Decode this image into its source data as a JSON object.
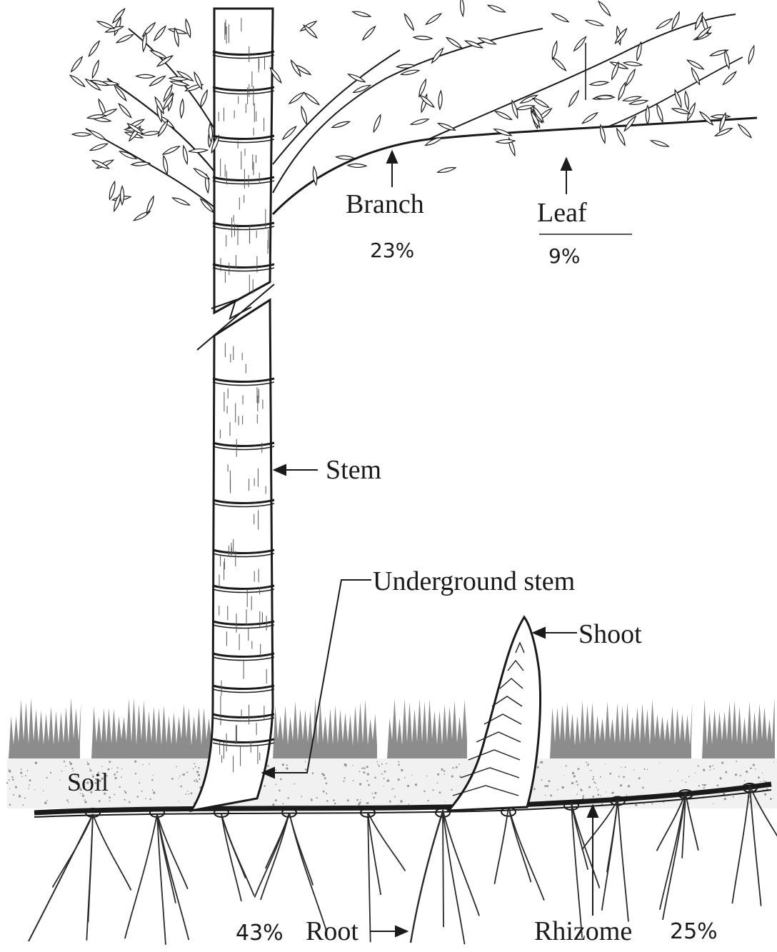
{
  "labels": {
    "branch": "Branch",
    "branch_pct": "23%",
    "leaf": "Leaf",
    "leaf_pct": "9%",
    "stem": "Stem",
    "underground_stem": "Underground stem",
    "shoot": "Shoot",
    "soil": "Soil",
    "root_pct": "43%",
    "root": "Root",
    "rhizome": "Rhizome",
    "rhizome_pct": "25%"
  },
  "colors": {
    "ink": "#1a1a1a",
    "grass": "#8c8c8c",
    "soil": "#f1f1f1",
    "soil_speckle": "#9a9a9a"
  }
}
